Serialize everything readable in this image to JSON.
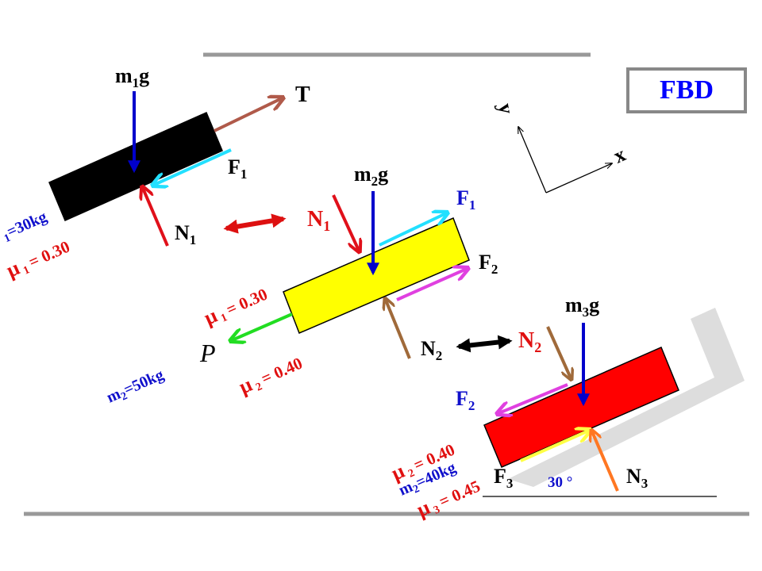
{
  "title": "FBD",
  "colors": {
    "tension": "#b05a4a",
    "weight": "#0000cc",
    "normal": "#e0101a",
    "friction1": "#22e0ff",
    "friction2": "#e040e0",
    "friction3": "#ffff44",
    "push": "#22dd22",
    "normal2": "#a06a3a",
    "normal3": "#ff7722",
    "text_blue": "#1010cc",
    "text_red": "#e01010"
  },
  "axes": {
    "x": "x",
    "y": "y"
  },
  "block1": {
    "weight": {
      "m": "m",
      "sub": "1",
      "g": "g"
    },
    "tension": "T",
    "friction": {
      "base": "F",
      "sub": "1"
    },
    "normal": {
      "base": "N",
      "sub": "1"
    },
    "mass": {
      "sub": "1",
      "rest": "=30kg"
    },
    "mu": {
      "mu": "μ",
      "sub": "1",
      "rest": "= 0.30"
    }
  },
  "block2": {
    "weight": {
      "m": "m",
      "sub": "2",
      "g": "g"
    },
    "normal_from_1": {
      "base": "N",
      "sub": "1"
    },
    "friction1": {
      "base": "F",
      "sub": "1"
    },
    "friction2": {
      "base": "F",
      "sub": "2"
    },
    "normal2": {
      "base": "N",
      "sub": "2"
    },
    "push": "P",
    "mu1": {
      "mu": "μ",
      "sub": "1",
      "rest": "= 0.30"
    },
    "mu2": {
      "mu": "μ",
      "sub": "2",
      "rest": "= 0.40"
    },
    "mass": {
      "m": "m",
      "sub": "2",
      "rest": "=50kg"
    }
  },
  "block3": {
    "weight": {
      "m": "m",
      "sub": "3",
      "g": "g"
    },
    "normal_from_2": {
      "base": "N",
      "sub": "2"
    },
    "friction2": {
      "base": "F",
      "sub": "2"
    },
    "friction3": {
      "base": "F",
      "sub": "3"
    },
    "normal3": {
      "base": "N",
      "sub": "3"
    },
    "mu2": {
      "mu": "μ",
      "sub": "2",
      "rest": "= 0.40"
    },
    "mass": {
      "m": "m",
      "sub": "2",
      "rest": "=40kg"
    },
    "mu3": {
      "mu": "μ",
      "sub": "3",
      "rest": "= 0.45"
    },
    "angle": "30 °"
  }
}
